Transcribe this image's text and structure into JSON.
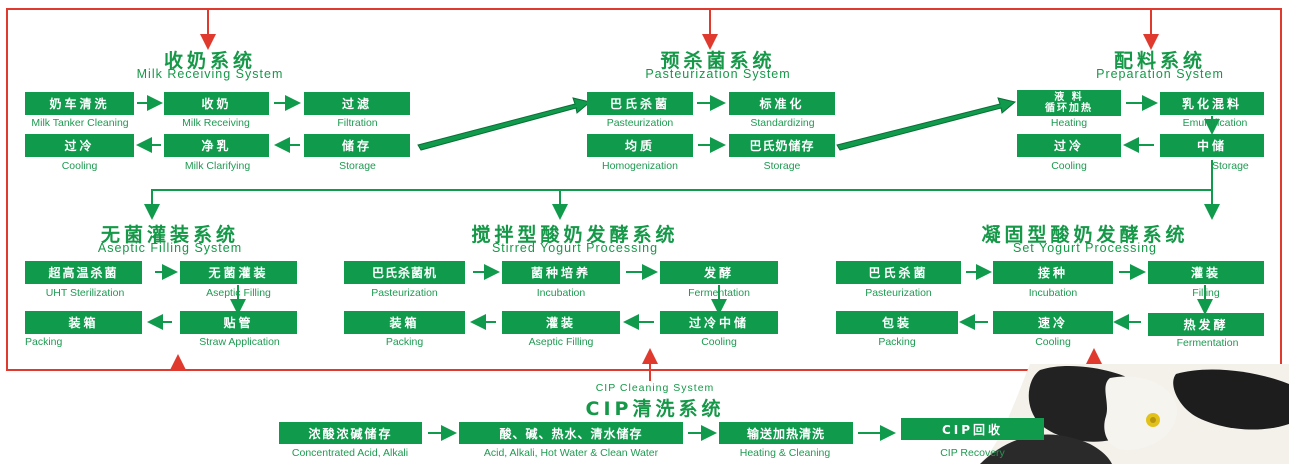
{
  "colors": {
    "green": "#0f9a4c",
    "red": "#e03a2f",
    "text_green": "#159848"
  },
  "systems": {
    "milk_receiving": {
      "title_zh": "收奶系统",
      "title_en": "Milk Receiving System"
    },
    "pasteurization": {
      "title_zh": "预杀菌系统",
      "title_en": "Pasteurization System"
    },
    "preparation": {
      "title_zh": "配料系统",
      "title_en": "Preparation System"
    },
    "aseptic_filling": {
      "title_zh": "无菌灌装系统",
      "title_en": "Aseptic Filling System"
    },
    "stirred_yogurt": {
      "title_zh": "搅拌型酸奶发酵系统",
      "title_en": "Stirred Yogurt Processing"
    },
    "set_yogurt": {
      "title_zh": "凝固型酸奶发酵系统",
      "title_en": "Set Yogurt Processing"
    },
    "cip": {
      "title_zh": "CIP清洗系统",
      "title_en": "CIP Cleaning System"
    }
  },
  "steps": {
    "milk_tanker_cleaning": {
      "zh": "奶车清洗",
      "en": "Milk Tanker Cleaning"
    },
    "milk_receiving": {
      "zh": "收奶",
      "en": "Milk Receiving"
    },
    "filtration": {
      "zh": "过滤",
      "en": "Filtration"
    },
    "cooling_1": {
      "zh": "过冷",
      "en": "Cooling"
    },
    "milk_clarifying": {
      "zh": "净乳",
      "en": "Milk Clarifying"
    },
    "storage_1": {
      "zh": "储存",
      "en": "Storage"
    },
    "pasteurization_1": {
      "zh": "巴氏杀菌",
      "en": "Pasteurization"
    },
    "standardizing": {
      "zh": "标准化",
      "en": "Standardizing"
    },
    "homogenization": {
      "zh": "均质",
      "en": "Homogenization"
    },
    "pasteurized_milk_storage": {
      "zh": "巴氏奶储存",
      "en": "Storage"
    },
    "heating": {
      "zh_line1": "液 料",
      "zh_line2": "循环加热",
      "en": "Heating"
    },
    "emulsification": {
      "zh": "乳化混料",
      "en": "Emulsification"
    },
    "cooling_2": {
      "zh": "过冷",
      "en": "Cooling"
    },
    "intermediate_storage": {
      "zh": "中储",
      "en": "Storage"
    },
    "uht_sterilization": {
      "zh": "超高温杀菌",
      "en": "UHT Sterilization"
    },
    "aseptic_filling_1": {
      "zh": "无菌灌装",
      "en": "Aseptic Filling"
    },
    "packing_1": {
      "zh": "装箱",
      "en": "Packing"
    },
    "straw_application": {
      "zh": "贴管",
      "en": "Straw Application"
    },
    "pasteurizer_2": {
      "zh": "巴氏杀菌机",
      "en": "Pasteurization"
    },
    "incubation_1": {
      "zh": "菌种培养",
      "en": "Incubation"
    },
    "fermentation_1": {
      "zh": "发酵",
      "en": "Fermentation"
    },
    "packing_2": {
      "zh": "装箱",
      "en": "Packing"
    },
    "aseptic_filling_2": {
      "zh": "灌装",
      "en": "Aseptic Filling"
    },
    "cooling_storage": {
      "zh": "过冷中储",
      "en": "Cooling"
    },
    "pasteurization_3": {
      "zh": "巴氏杀菌",
      "en": "Pasteurization"
    },
    "incubation_2": {
      "zh": "接种",
      "en": "Incubation"
    },
    "filling": {
      "zh": "灌装",
      "en": "Filling"
    },
    "packing_3": {
      "zh": "包装",
      "en": "Packing"
    },
    "rapid_cooling": {
      "zh": "速冷",
      "en": "Cooling"
    },
    "fermentation_2": {
      "zh": "热发酵",
      "en": "Fermentation"
    },
    "acid_alkali_storage": {
      "zh": "浓酸浓碱储存",
      "en": "Concentrated Acid, Alkali"
    },
    "water_storage": {
      "zh": "酸、碱、热水、清水储存",
      "en": "Acid, Alkali, Hot Water & Clean Water"
    },
    "heating_cleaning": {
      "zh": "输送加热清洗",
      "en": "Heating & Cleaning"
    },
    "cip_recovery": {
      "zh": "CIP回收",
      "en": "CIP Recovery"
    }
  }
}
